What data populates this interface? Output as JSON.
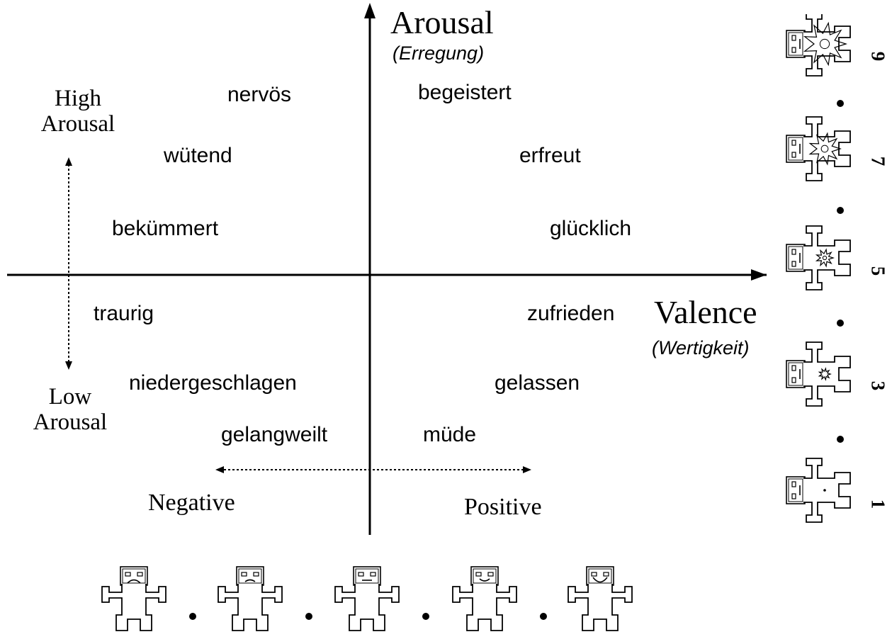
{
  "axes": {
    "arousal": {
      "title": "Arousal",
      "subtitle": "(Erregung)"
    },
    "valence": {
      "title": "Valence",
      "subtitle": "(Wertigkeit)"
    }
  },
  "arousal_range": {
    "high": [
      "High",
      "Arousal"
    ],
    "low": [
      "Low",
      "Arousal"
    ]
  },
  "valence_range": {
    "negative": "Negative",
    "positive": "Positive"
  },
  "emotions": {
    "negative_high": [
      "nervös",
      "wütend",
      "bekümmert"
    ],
    "negative_low": [
      "traurig",
      "niedergeschlagen",
      "gelangweilt"
    ],
    "positive_high": [
      "begeistert",
      "erfreut",
      "glücklich"
    ],
    "positive_low": [
      "zufrieden",
      "gelassen",
      "müde"
    ]
  },
  "sam_arousal_scale": {
    "labels": [
      "9",
      "7",
      "5",
      "3",
      "1"
    ]
  },
  "sam_valence_scale": {
    "faces": [
      "very-sad-face",
      "sad-face",
      "neutral-face",
      "smiling-face",
      "very-happy-face"
    ]
  }
}
